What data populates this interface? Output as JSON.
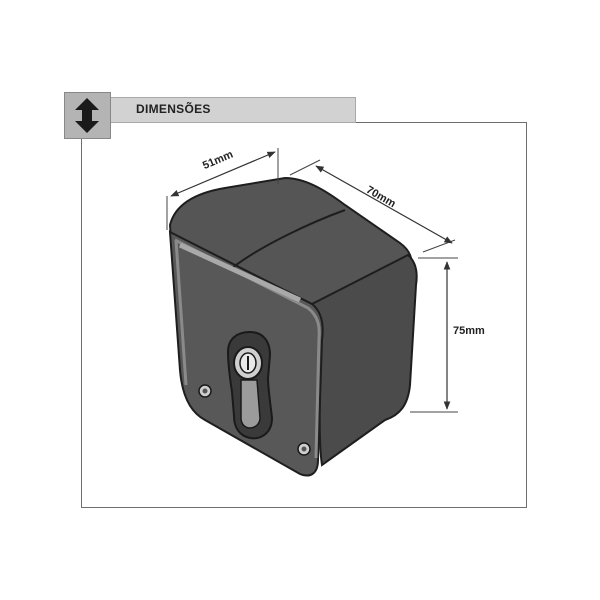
{
  "section": {
    "title": "DIMENSÕES",
    "icon": "vertical-double-arrow-icon"
  },
  "dimensions": {
    "width": "51mm",
    "depth": "70mm",
    "height": "75mm"
  },
  "colors": {
    "body": "#585858",
    "body_dark": "#3d3d3d",
    "outline": "#1e1e1e",
    "header_bg": "#d2d2d2",
    "icon_bg": "#b4b4b4"
  }
}
